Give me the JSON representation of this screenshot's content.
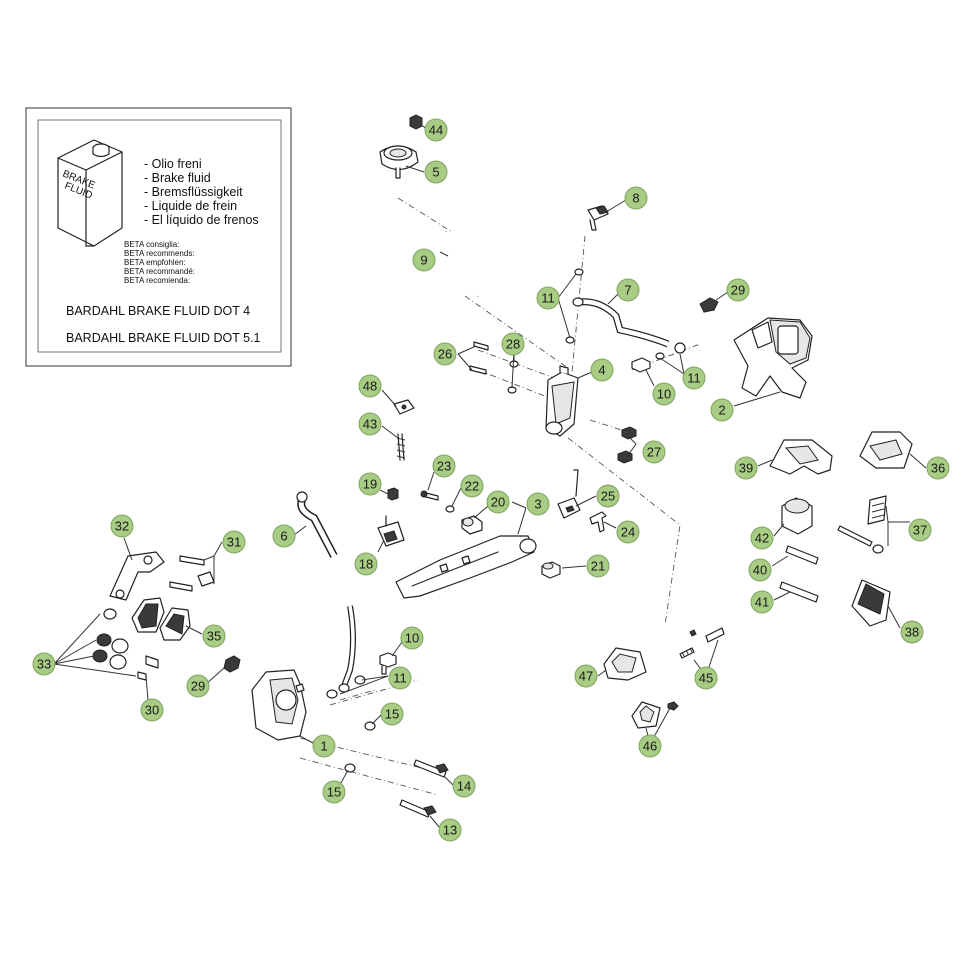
{
  "legend": {
    "can_label_line1": "BRAKE",
    "can_label_line2": "FLUID",
    "fluid_names": [
      "- Olio freni",
      "- Brake fluid",
      "- Bremsflüssigkeit",
      "- Liquide de frein",
      "- El líquido de frenos"
    ],
    "recommends": [
      "BETA consiglia:",
      "BETA recommends:",
      "BETA empfohlen:",
      "BETA recommandé:",
      "BETA recomienda:"
    ],
    "products": [
      "BARDAHL BRAKE FLUID DOT 4",
      "BARDAHL BRAKE FLUID DOT 5.1"
    ]
  },
  "callouts": [
    "44",
    "5",
    "8",
    "9",
    "11",
    "7",
    "29",
    "26",
    "28",
    "4",
    "10",
    "11",
    "2",
    "48",
    "43",
    "27",
    "23",
    "22",
    "19",
    "20",
    "3",
    "25",
    "6",
    "24",
    "18",
    "21",
    "39",
    "36",
    "42",
    "37",
    "40",
    "41",
    "38",
    "32",
    "31",
    "35",
    "33",
    "29",
    "30",
    "10",
    "11",
    "15",
    "1",
    "14",
    "15",
    "13",
    "47",
    "45",
    "46"
  ],
  "colors": {
    "badge_fill": "#a9cc84",
    "badge_stroke": "#7fa35d",
    "line": "#222222"
  }
}
